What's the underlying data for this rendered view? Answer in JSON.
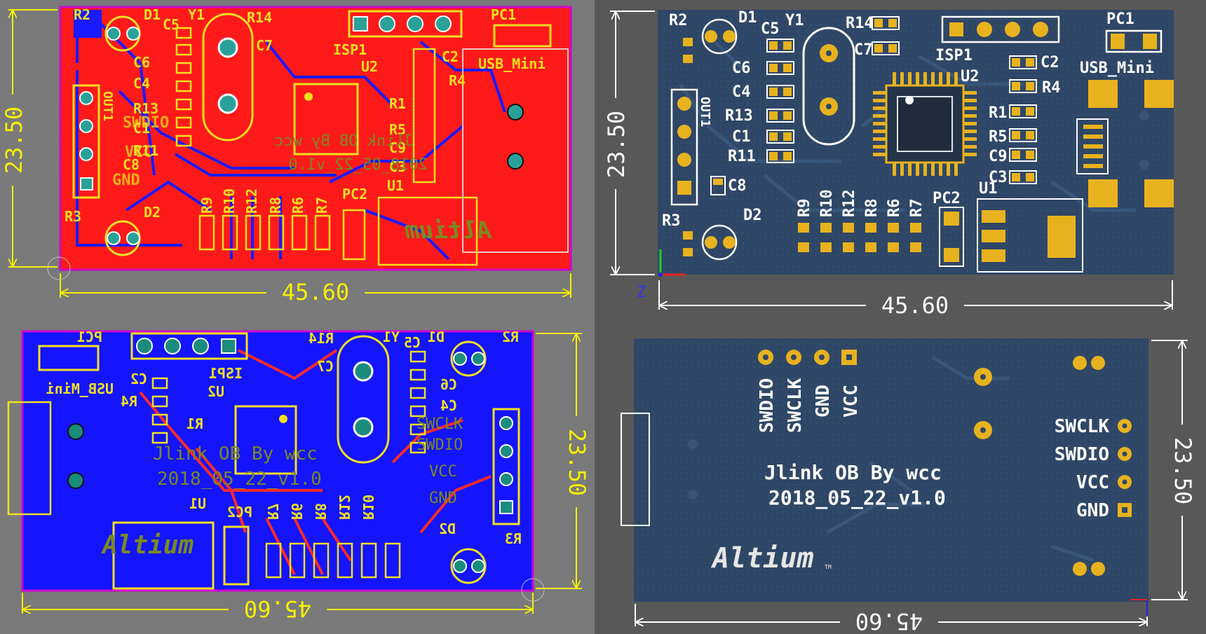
{
  "colors": {
    "background": "#7a7a7a",
    "top_copper": "#ff1a1a",
    "bottom_copper": "#1414ff",
    "silkscreen": "#f0e020",
    "board_edge": "#d000d0",
    "board_3d": "#2f4766",
    "pad_gold": "#e8b21e",
    "dimension": "#f5f000",
    "dimension_3d": "#ffffff"
  },
  "views": {
    "top_2d": {
      "dim_width": "45.60",
      "dim_height": "23.50",
      "labels": {
        "r2": "R2",
        "d1": "D1",
        "c5": "C5",
        "y1": "Y1",
        "r14": "R14",
        "c7": "C7",
        "pc1": "PC1",
        "isp1": "ISP1",
        "u2": "U2",
        "c2": "C2",
        "r4": "R4",
        "usb": "USB_Mini",
        "c6": "C6",
        "c4": "C4",
        "r13": "R13",
        "c1": "C1",
        "r11": "R11",
        "c8": "C8",
        "r1": "R1",
        "r5": "R5",
        "c9": "C9",
        "c3": "C3",
        "r9": "R9",
        "r10": "R10",
        "r12": "R12",
        "r8": "R8",
        "r6": "R6",
        "r7": "R7",
        "pc2": "PC2",
        "u1": "U1",
        "r3": "R3",
        "d2": "D2",
        "out1": "OUT1",
        "swdio": "SWDIO",
        "vcc": "VCC",
        "gnd": "GND",
        "brand": "Altium",
        "mirrored_title": "Jlink OB By wcc",
        "mirrored_date": "2018_05_22_v1.0"
      }
    },
    "top_3d": {
      "dim_width": "45.60",
      "dim_height": "23.50",
      "axis_label": "Z",
      "labels": {
        "r2": "R2",
        "d1": "D1",
        "c5": "C5",
        "y1": "Y1",
        "r14": "R14",
        "c7": "C7",
        "pc1": "PC1",
        "isp1": "ISP1",
        "u2": "U2",
        "c2": "C2",
        "r4": "R4",
        "usb": "USB_Mini",
        "c6": "C6",
        "c4": "C4",
        "r13": "R13",
        "c1": "C1",
        "r11": "R11",
        "c8": "C8",
        "r1": "R1",
        "r5": "R5",
        "c9": "C9",
        "c3": "C3",
        "r9": "R9",
        "r10": "R10",
        "r12": "R12",
        "r8": "R8",
        "r6": "R6",
        "r7": "R7",
        "pc2": "PC2",
        "u1": "U1",
        "r3": "R3",
        "d2": "D2",
        "out1": "OUT1"
      }
    },
    "bottom_2d": {
      "dim_width": "45.60",
      "dim_height": "23.50",
      "labels": {
        "pc1": "PC1",
        "usb": "USB_Mini",
        "isp1": "ISP1",
        "r14": "R14",
        "y1": "Y1",
        "c5": "C5",
        "d1": "D1",
        "r2": "R2",
        "c7": "C7",
        "c2": "C2",
        "u2": "U2",
        "r4": "R4",
        "r1": "R1",
        "c6": "C6",
        "c4": "C4",
        "title": "Jlink OB By wcc",
        "date": "2018_05_22_v1.0",
        "u1": "U1",
        "pc2": "PC2",
        "r7": "R7",
        "r6": "R6",
        "r8": "R8",
        "r12": "R12",
        "r10": "R10",
        "d2": "D2",
        "r3": "R3",
        "swclk": "SWCLK",
        "swdio": "SWDIO",
        "vcc": "VCC",
        "gnd": "GND",
        "brand": "Altium"
      }
    },
    "bottom_3d": {
      "dim_width": "45.60",
      "dim_height": "23.50",
      "header_labels": [
        "SWDIO",
        "SWCLK",
        "GND",
        "VCC"
      ],
      "side_labels": [
        "SWCLK",
        "SWDIO",
        "VCC",
        "GND"
      ],
      "title": "Jlink OB  By wcc",
      "date": "2018_05_22_v1.0",
      "brand": "Altium",
      "brand_tm": "TM"
    }
  }
}
